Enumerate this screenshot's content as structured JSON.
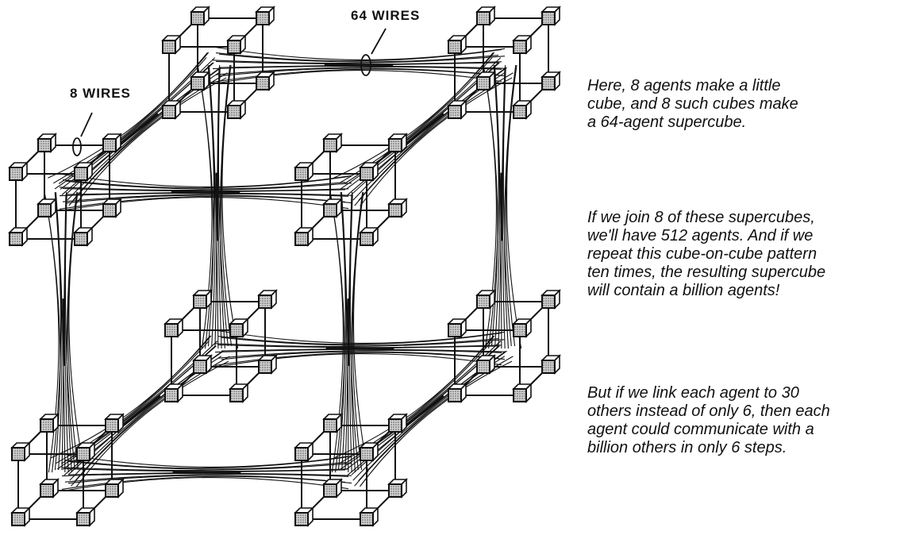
{
  "labels": {
    "eight_wires": "8 WIRES",
    "sixty_four_wires": "64 WIRES"
  },
  "captions": [
    {
      "lines": [
        "Here, 8 agents make a little",
        "cube, and 8 such cubes make",
        "a 64-agent supercube."
      ]
    },
    {
      "lines": [
        "If we join 8 of these supercubes,",
        "we'll have 512 agents.  And if we",
        "repeat this cube-on-cube pattern",
        "ten times, the resulting supercube",
        "will contain a billion agents!"
      ]
    },
    {
      "lines": [
        "But if  we link each agent to 30",
        "others instead of only 6, then each",
        "agent could communicate with a",
        "billion others in only 6 steps."
      ]
    }
  ],
  "colors": {
    "ink": "#111111",
    "background": "#ffffff",
    "stipple": "#9a9a9a"
  }
}
